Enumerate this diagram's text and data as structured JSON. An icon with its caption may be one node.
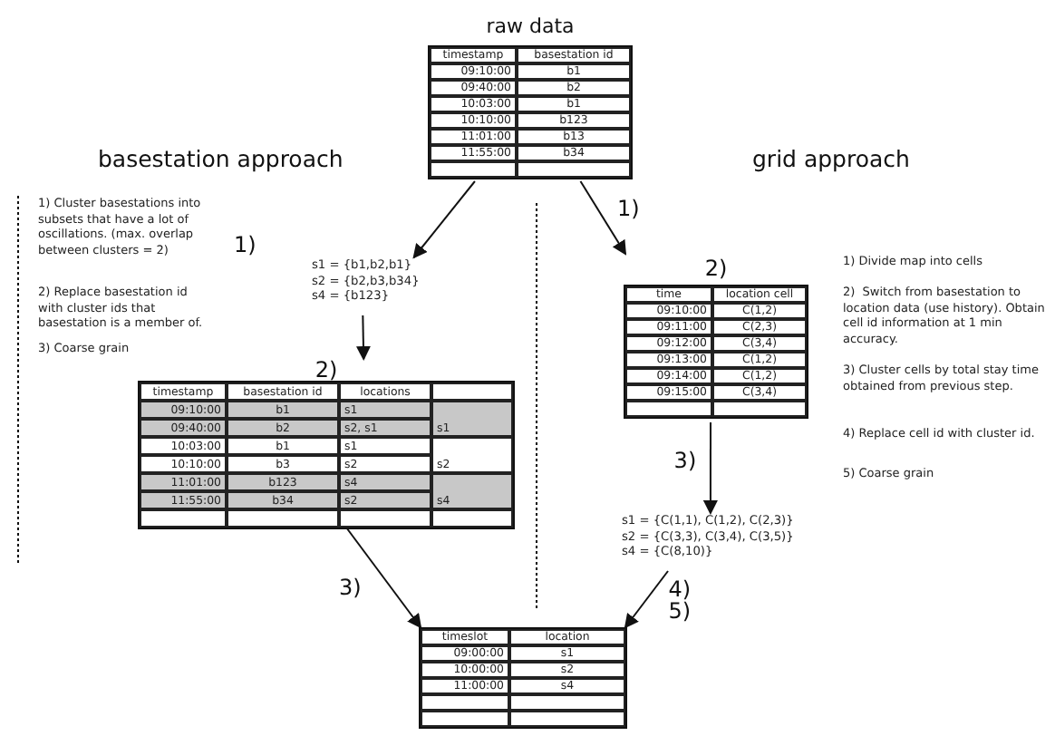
{
  "diagram": {
    "nodes": [
      {
        "text": [
          "raw data",
          "timestamp",
          "basestation id",
          "09:10:00",
          "b1",
          "09:40:00",
          "b2",
          "10:03:00",
          "b1",
          "10:10:00",
          "b123",
          "11:01:00",
          "b13",
          "11:55:00",
          "b34"
        ]
      },
      {
        "text": [
          "s1 = {b1,b2,b1}",
          "s2 = {b2,b3,b34}",
          "s4 = {b123}"
        ],
        "beside": [
          "1)"
        ]
      },
      {
        "text": [
          "2)",
          "timestamp",
          "basestation id",
          "locations",
          "09:10:00",
          "b1",
          "s1",
          "09:40:00",
          "b2",
          "s2, s1",
          "s1",
          "10:03:00",
          "b1",
          "s1",
          "10:10:00",
          "b3",
          "s2",
          "s2",
          "11:01:00",
          "b123",
          "s4",
          "11:55:00",
          "b34",
          "s2",
          "s4"
        ]
      },
      {
        "text": [
          "2)",
          "time",
          "location cell",
          "09:10:00",
          "C(1,2)",
          "09:11:00",
          "C(2,3)",
          "09:12:00",
          "C(3,4)",
          "09:13:00",
          "C(1,2)",
          "09:14:00",
          "C(1,2)",
          "09:15:00",
          "C(3,4)"
        ]
      },
      {
        "text": [
          "s1 = {C(1,1), C(1,2), C(2,3)}",
          "s2 = {C(3,3), C(3,4), C(3,5)}",
          "s4 = {C(8,10)}"
        ]
      },
      {
        "text": [
          "timeslot",
          "location",
          "09:00:00",
          "s1",
          "10:00:00",
          "s2",
          "11:00:00",
          "s4"
        ]
      }
    ],
    "edges": [
      {
        "from": 0,
        "to": 1,
        "arrow": "to"
      },
      {
        "from": 0,
        "to": 3,
        "arrow": "to",
        "label": "1)"
      },
      {
        "from": 1,
        "to": 2,
        "arrow": "to"
      },
      {
        "from": 2,
        "to": 5,
        "arrow": "to",
        "label": "3)"
      },
      {
        "from": 3,
        "to": 4,
        "arrow": "to",
        "label": "3)"
      },
      {
        "from": 4,
        "to": 5,
        "arrow": "to",
        "label": "4) 5)"
      }
    ],
    "labels": [
      "basestation approach",
      "grid approach",
      "1) Cluster basestations into subsets that have a lot of oscillations. (max. overlap between clusters = 2)",
      "2) Replace basestation id with cluster ids that basestation is a member of.",
      "3) Coarse grain",
      "1) Divide map into cells",
      "2)  Switch from basestation to location data (use history). Obtain cell id information at 1 min accuracy.",
      "3) Cluster cells by total stay time obtained from previous step.",
      "4) Replace cell id with cluster id.",
      "5) Coarse grain"
    ]
  }
}
